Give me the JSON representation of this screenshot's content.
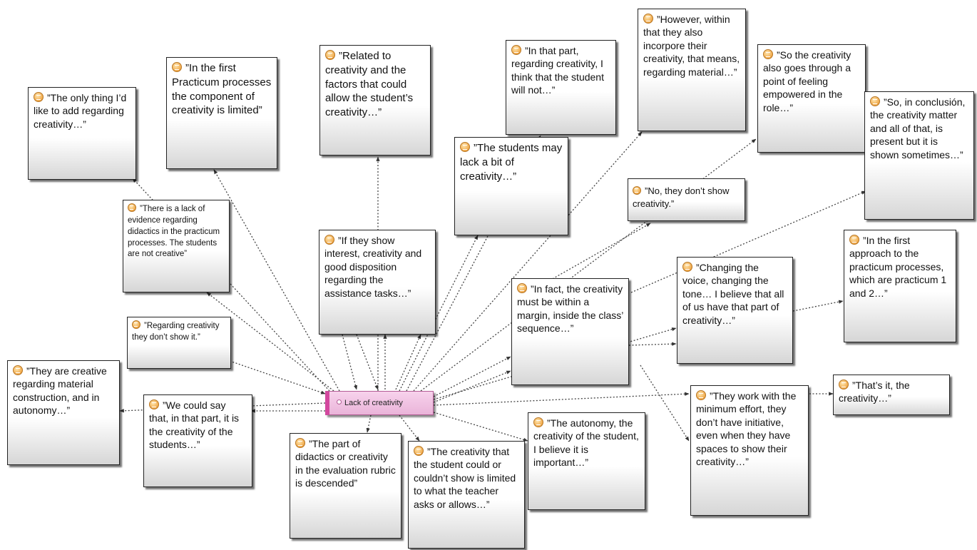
{
  "central_code": "Lack of creativity",
  "quotes": {
    "q01": "”The only thing I’d like to add regarding creativity…”",
    "q02": "”In the first Practicum processes the component of creativity is limited”",
    "q03": "”Related to creativity and the factors that could allow the student’s creativity…”",
    "q04": "”In that part, regarding creativity, I think that the student will not…”",
    "q05": "”However, within that they also incorpore their creativity, that means, regarding material…”",
    "q06": "”So the creativity also goes through a point of feeling empowered in the role…”",
    "q07": "”So, in conclusión, the creativity matter and all of that, is present but it is shown sometimes…”",
    "q08": "”The students may lack a bit of creativity…”",
    "q09": "”No, they don’t show creativity.”",
    "q10": "”There is a lack of evidence regarding didactics in the practicum processes. The students are not creative”",
    "q11": "”If they show interest, creativity and good disposition regarding the assistance tasks…”",
    "q12": "”In fact, the creativity must be within a margin, inside the class’ sequence…”",
    "q13": "”Changing the voice, changing the tone… I believe that all of us have that part of creativity…”",
    "q14": "”In the first approach to the practicum processes, which are practicum 1 and 2…”",
    "q15": "”Regarding creativity they don’t show it.”",
    "q16": "”They are creative regarding material construction, and in autonomy…”",
    "q17": "”We could say that, in that part, it is the creativity of the students…”",
    "q18": "”The part of didactics or creativity in the evaluation rubric is descended”",
    "q19": "”The creativity that the student could or couldn’t show is limited to what the teacher asks or allows…”",
    "q20": "”The autonomy, the creativity of the student, I believe it is important…”",
    "q21": "”They work with the minimum effort, they don’t have initiative, even when they have spaces to show their creativity…”",
    "q22": "”That’s it, the creativity…”"
  },
  "icons": {
    "quote_marker": "memo-icon"
  },
  "colors": {
    "code_fill": "#eab4d9",
    "code_accent": "#d3489f",
    "memo_icon": "#f0a94a"
  }
}
